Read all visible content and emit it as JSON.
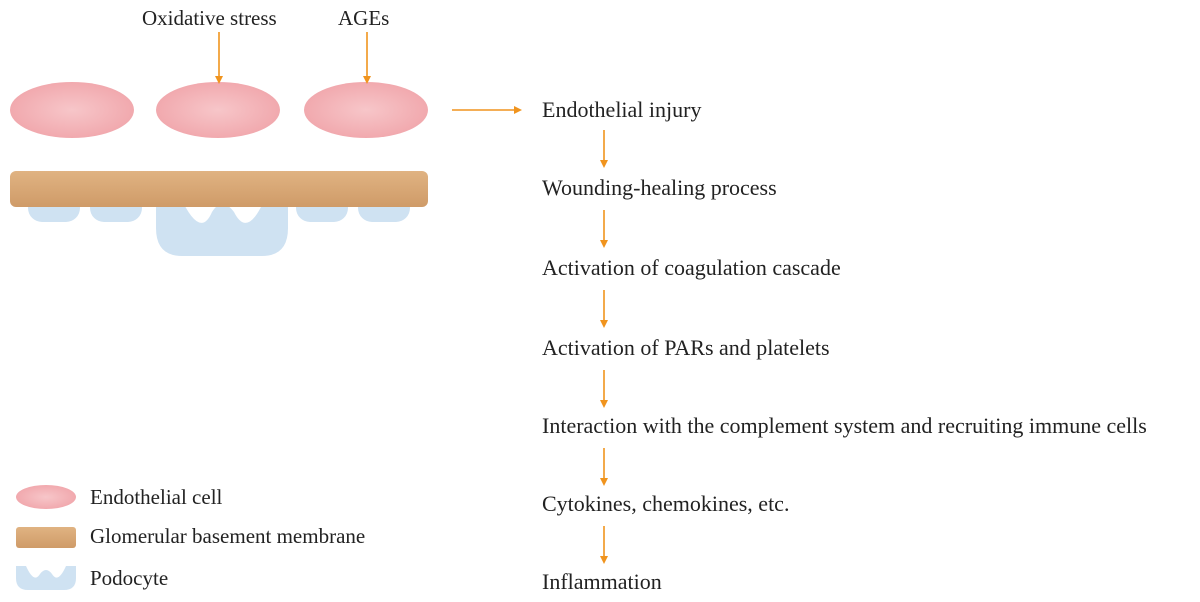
{
  "top_labels": {
    "oxidative_stress": "Oxidative stress",
    "ages": "AGEs"
  },
  "steps": [
    "Endothelial injury",
    "Wounding-healing process",
    "Activation of coagulation cascade",
    "Activation of PARs and platelets",
    "Interaction with the complement system and recruiting immune cells",
    "Cytokines, chemokines, etc.",
    "Inflammation"
  ],
  "legend": {
    "endothelial_cell": "Endothelial cell",
    "gbm": "Glomerular basement membrane",
    "podocyte": "Podocyte"
  },
  "colors": {
    "arrow": "#f0941e",
    "endothelial": "#f4b3b8",
    "membrane": "#d9a877",
    "podocyte": "#cfe2f2"
  }
}
